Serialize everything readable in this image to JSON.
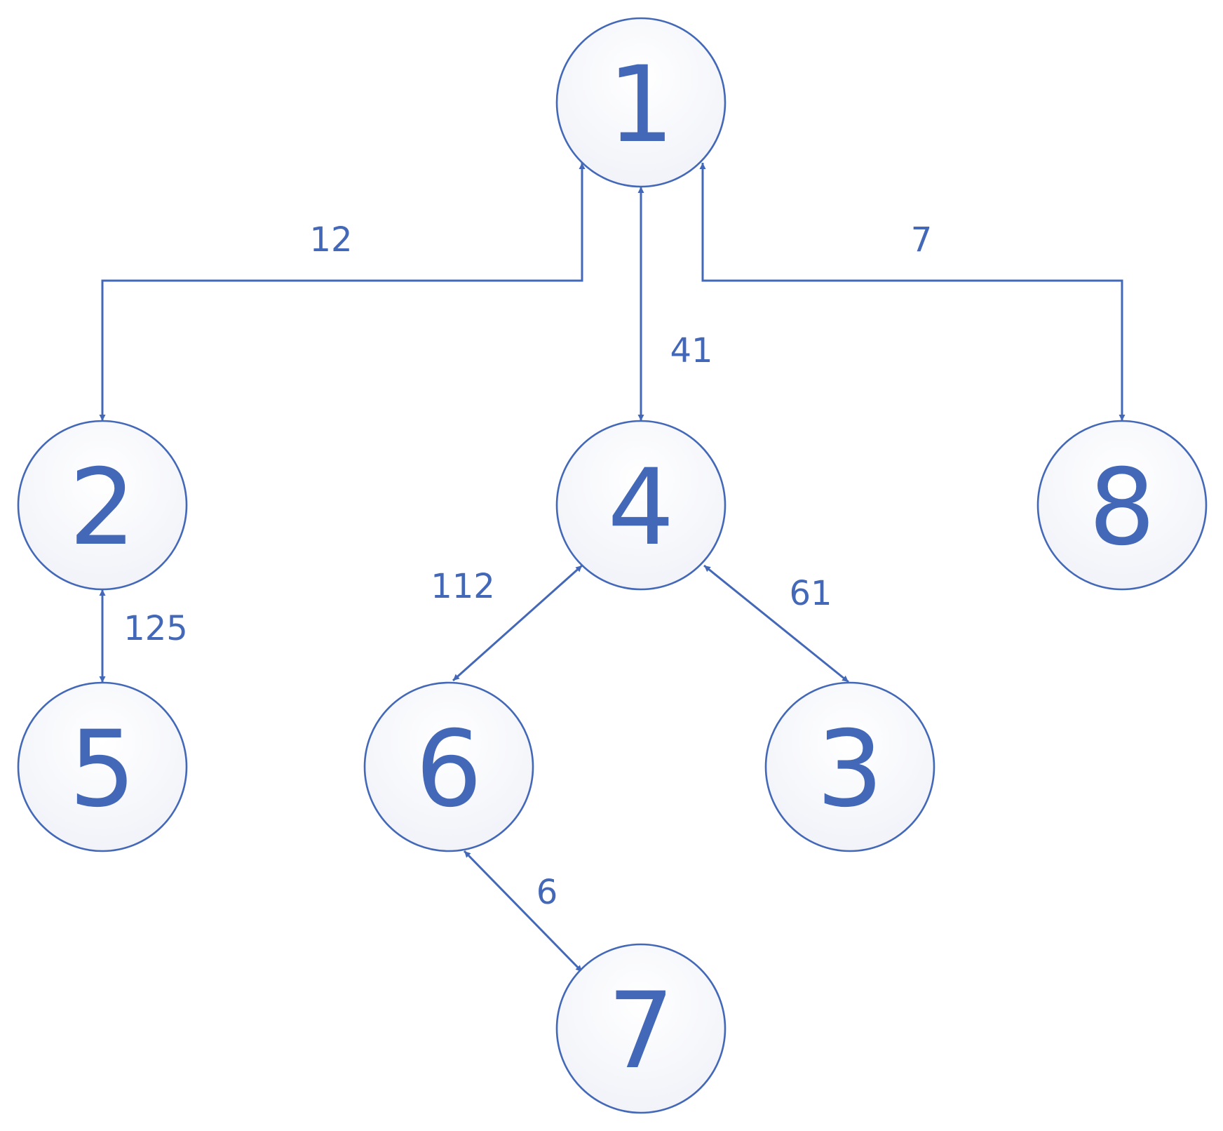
{
  "colors": {
    "accent": "#4368B8",
    "node_fill_center": "#FFFFFF",
    "node_fill_edge": "#F0F2F8",
    "background": "#FFFFFF"
  },
  "nodes": [
    {
      "id": "1",
      "label": "1"
    },
    {
      "id": "2",
      "label": "2"
    },
    {
      "id": "4",
      "label": "4"
    },
    {
      "id": "8",
      "label": "8"
    },
    {
      "id": "5",
      "label": "5"
    },
    {
      "id": "6",
      "label": "6"
    },
    {
      "id": "3",
      "label": "3"
    },
    {
      "id": "7",
      "label": "7"
    }
  ],
  "edges": [
    {
      "from": "1",
      "to": "2",
      "label": "12",
      "bidirectional": true
    },
    {
      "from": "1",
      "to": "4",
      "label": "41",
      "bidirectional": true
    },
    {
      "from": "1",
      "to": "8",
      "label": "7",
      "bidirectional": true
    },
    {
      "from": "2",
      "to": "5",
      "label": "125",
      "bidirectional": true
    },
    {
      "from": "4",
      "to": "6",
      "label": "112",
      "bidirectional": true
    },
    {
      "from": "4",
      "to": "3",
      "label": "61",
      "bidirectional": true
    },
    {
      "from": "6",
      "to": "7",
      "label": "6",
      "bidirectional": true
    }
  ]
}
